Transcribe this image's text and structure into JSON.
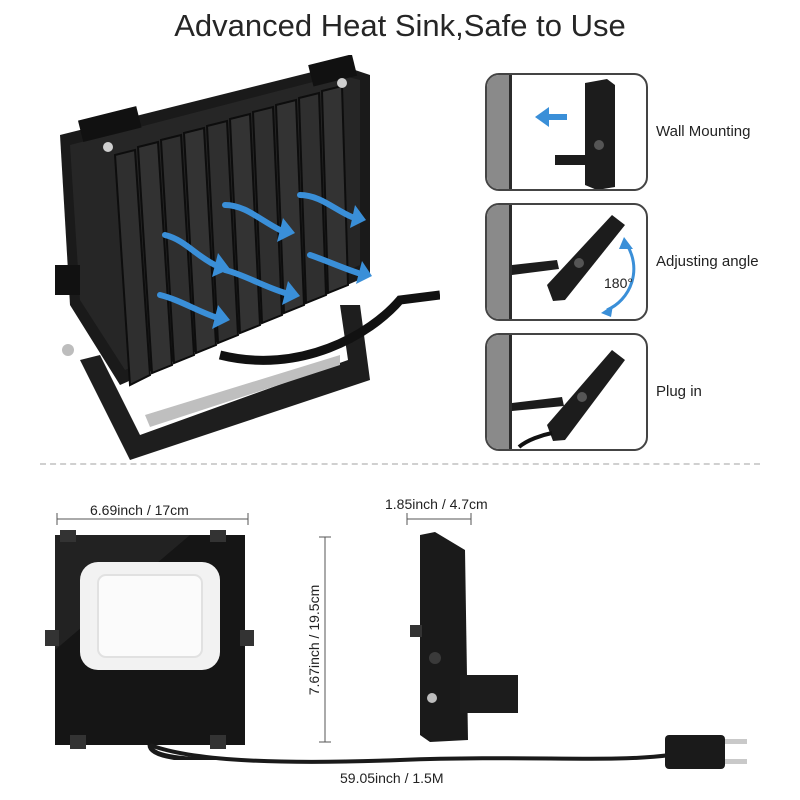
{
  "title": "Advanced Heat Sink,Safe to Use",
  "panels": [
    {
      "label": "Wall Mounting"
    },
    {
      "label": "Adjusting angle",
      "angle_text": "180°"
    },
    {
      "label": "Plug in"
    }
  ],
  "dimensions": {
    "width": "6.69inch / 17cm",
    "depth": "1.85inch / 4.7cm",
    "height": "7.67inch / 19.5cm",
    "cable": "59.05inch / 1.5M"
  },
  "colors": {
    "arrow_blue": "#3a8fd8",
    "housing": "#1c1c1c",
    "wall_gray": "#8a8a8a"
  }
}
